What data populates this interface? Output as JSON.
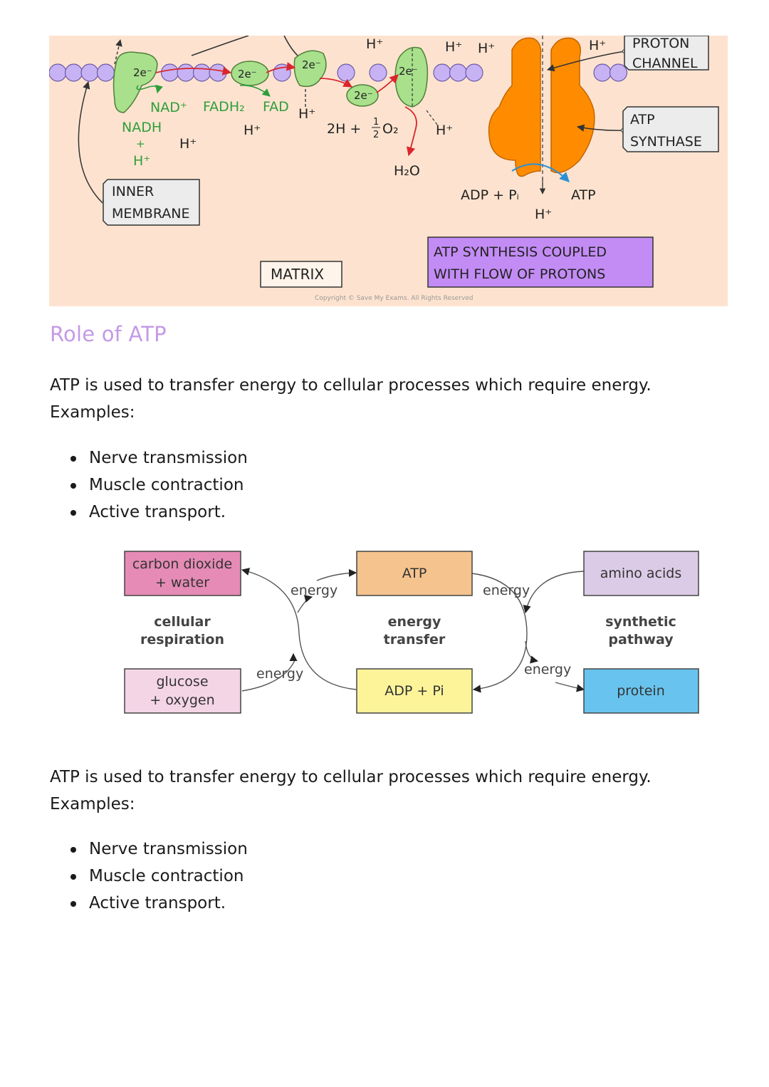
{
  "etc_diagram": {
    "labels": {
      "e1": "2e⁻",
      "e2": "2e⁻",
      "e3": "2e⁻",
      "e4": "2e⁻",
      "e5": "2e⁻",
      "nad": "NAD⁺",
      "fadh2": "FADH₂",
      "fad": "FAD",
      "nadh": "NADH",
      "nadh_plus": "+",
      "nadh_h": "H⁺",
      "h_a": "H⁺",
      "h_b": "H⁺",
      "h_c": "H⁺",
      "h_d": "H⁺",
      "h_top1": "H⁺",
      "h_top2": "H⁺",
      "h_top3": "H⁺",
      "h_top4": "H⁺",
      "h_bottom": "H⁺",
      "water_eq_pre": "2H + ",
      "water_eq_frac_num": "1",
      "water_eq_frac_den": "2",
      "water_eq_o2": "O₂",
      "water": "H₂O",
      "adp": "ADP + Pᵢ",
      "atp": "ATP",
      "proton_channel_line1": "PROTON",
      "proton_channel_line2": "CHANNEL",
      "atp_synthase_line1": "ATP",
      "atp_synthase_line2": "SYNTHASE",
      "inner_membrane_line1": "INNER",
      "inner_membrane_line2": "MEMBRANE",
      "matrix": "MATRIX",
      "coupled_line1": "ATP  SYNTHESIS  COUPLED",
      "coupled_line2": "WITH  FLOW  OF  PROTONS",
      "copyright": "Copyright © Save My Exams. All Rights Reserved"
    },
    "colors": {
      "background": "#fde3cf",
      "membrane": "#c7b3f3",
      "carrier": "#a8e08c",
      "synthase": "#ff8c00",
      "red_arrow": "#d9262c",
      "green_text": "#2f9e3a",
      "purple_box": "#c38cf5",
      "blue_arrow": "#2b8fd6"
    }
  },
  "section": {
    "heading": "Role of ATP",
    "para1": {
      "line1": "ATP is used to transfer energy to cellular processes which require energy.",
      "line2": "Examples:"
    },
    "bullets1": [
      "Nerve transmission",
      "Muscle contraction",
      "Active transport."
    ],
    "para2": {
      "line1": "ATP is used to transfer energy to cellular processes which require energy.",
      "line2": "Examples:"
    },
    "bullets2": [
      "Nerve transmission",
      "Muscle contraction",
      "Active transport."
    ]
  },
  "atp_cycle": {
    "boxes": {
      "co2_line1": "carbon dioxide",
      "co2_line2": "+ water",
      "glucose_line1": "glucose",
      "glucose_line2": "+ oxygen",
      "atp": "ATP",
      "adp": "ADP + Pi",
      "amino": "amino acids",
      "protein": "protein"
    },
    "labels": {
      "resp_line1": "cellular",
      "resp_line2": "respiration",
      "transfer_line1": "energy",
      "transfer_line2": "transfer",
      "synth_line1": "synthetic",
      "synth_line2": "pathway",
      "energy_tl": "energy",
      "energy_bl": "energy",
      "energy_tr": "energy",
      "energy_br": "energy"
    },
    "colors": {
      "co2": "#e58bb5",
      "glucose": "#f4d5e6",
      "atp": "#f4c38e",
      "adp": "#fdf49a",
      "amino": "#dccbe6",
      "protein": "#68c4ee"
    }
  }
}
